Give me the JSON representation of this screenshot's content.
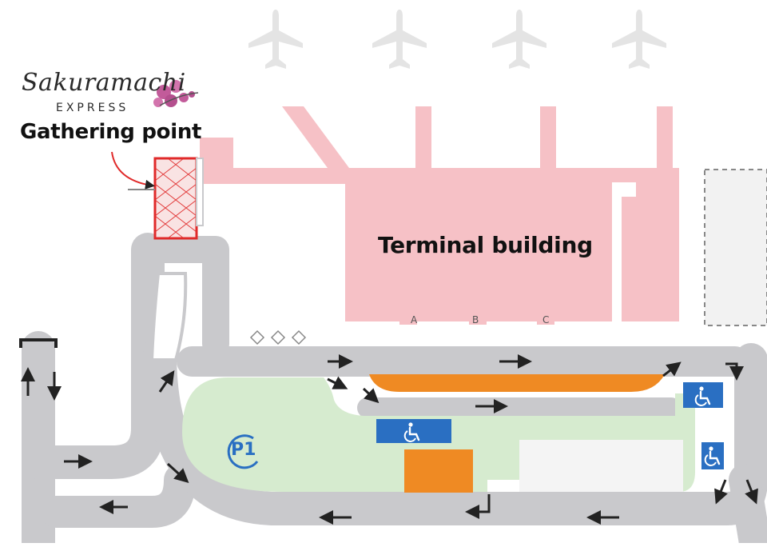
{
  "brand": {
    "script_name": "Sakuramachi",
    "sub_name": "EXPRESS",
    "logo_icon": "cherry-blossom-icon",
    "colors": {
      "text": "#2a2a2a",
      "blossom": "#c25b9a"
    }
  },
  "map": {
    "gathering_label": "Gathering point",
    "terminal_label": "Terminal building",
    "gates": [
      "A",
      "B",
      "C"
    ],
    "parking_label": "P1",
    "icons": [
      "airplane-icon",
      "wheelchair-icon",
      "arrow-icon",
      "parking-icon"
    ],
    "colors": {
      "terminal": "#f6c1c6",
      "terminal_faint": "#f3dede",
      "road": "#c9c9cc",
      "parking": "#d6ebcf",
      "accessible": "#2a6fc2",
      "highlight": "#ef8a23",
      "gathering": "#e02a2a",
      "plane": "#e4e4e4"
    }
  }
}
